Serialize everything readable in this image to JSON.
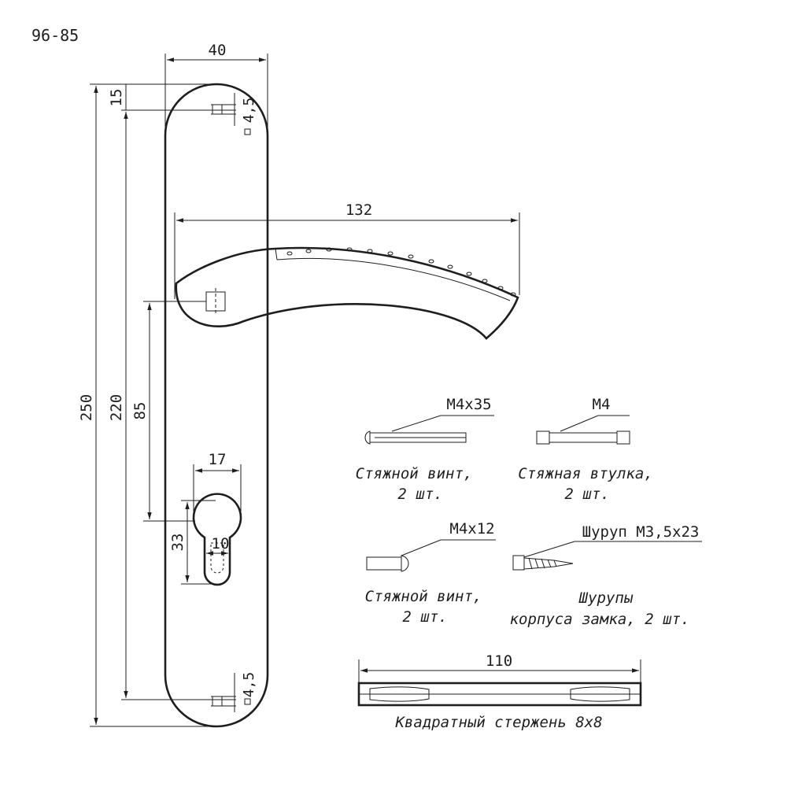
{
  "code": "96-85",
  "dimensions": {
    "width_top": "40",
    "top_offset": "15",
    "top_hole": "4,5",
    "total_height": "250",
    "hole_spacing": "220",
    "handle_to_cylinder": "85",
    "handle_length": "132",
    "cyl_width": "17",
    "cyl_height": "33",
    "cyl_slot": "10",
    "bottom_hole": "4,5",
    "bar_length": "110"
  },
  "parts": {
    "screw_long": {
      "spec": "M4x35",
      "label_line1": "Стяжной винт,",
      "label_line2": "2 шт."
    },
    "sleeve": {
      "spec": "M4",
      "label_line1": "Стяжная втулка,",
      "label_line2": "2 шт."
    },
    "screw_short": {
      "spec": "M4x12",
      "label_line1": "Стяжной винт,",
      "label_line2": "2 шт."
    },
    "wood_screw": {
      "spec": "Шуруп M3,5x23",
      "label_line1": "Шурупы",
      "label_line2": "корпуса замка, 2 шт."
    },
    "square_bar": {
      "label": "Квадратный стержень 8x8"
    }
  }
}
